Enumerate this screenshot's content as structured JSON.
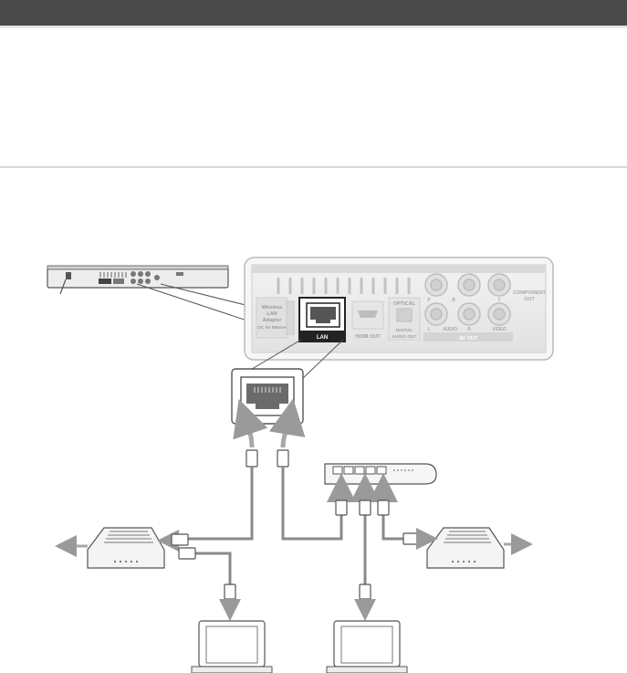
{
  "panel": {
    "wireless_adapter_lines": [
      "Wireless",
      "LAN",
      "Adapter",
      "DC 5V 500mA"
    ],
    "lan_label": "LAN",
    "hdmi_label": "HDMI OUT",
    "optical_label": "OPTICAL",
    "digital_audio_lines": [
      "DIGITAL",
      "AUDIO OUT"
    ],
    "audio_label": "AUDIO",
    "av_out_label": "AV OUT",
    "video_label": "VIDEO",
    "component_lines": [
      "COMPONENT",
      "OUT"
    ],
    "jack_letters": [
      "P",
      "B",
      "Y",
      "L",
      "R"
    ]
  },
  "colors": {
    "header": "#4a4a4a",
    "panel_fill": "#ececec",
    "panel_stroke": "#bdbdbd",
    "cable": "#8a8a8a",
    "arrow": "#9a9a9a",
    "device": "#f4f4f4",
    "outline": "#555555",
    "lan_highlight": "#222222"
  },
  "icons": [
    "lan-port-icon",
    "ethernet-plug-icon",
    "router-icon",
    "modem-icon",
    "laptop-icon",
    "bluray-player-icon"
  ]
}
